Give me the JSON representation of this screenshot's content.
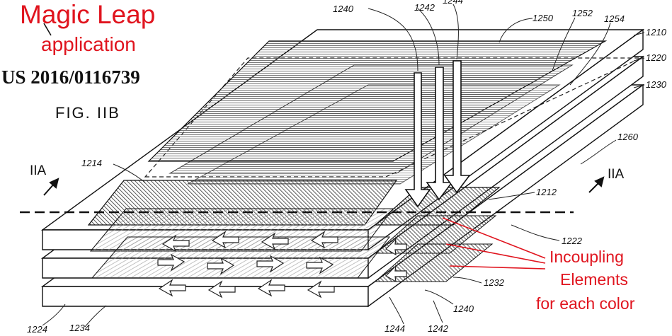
{
  "annotation": {
    "title_line1": "Magic Leap",
    "title_line2": "application",
    "patent_number": "US 2016/0116739",
    "figure_label": "FIG. IIB",
    "section_left": "IIA",
    "section_right": "IIA",
    "incoupling_line1": "Incoupling",
    "incoupling_line2": "Elements",
    "incoupling_line3": "for each color",
    "accent_color": "#e0141e"
  },
  "refs": {
    "r1240_top": "1240",
    "r1242_top": "1242",
    "r1244_top": "1244",
    "r1250": "1250",
    "r1252": "1252",
    "r1254": "1254",
    "r1210": "1210",
    "r1220": "1220",
    "r1230": "1230",
    "r1260": "1260",
    "r1214": "1214",
    "r1212": "1212",
    "r1222": "1222",
    "r1232": "1232",
    "r1240_bottom": "1240",
    "r1244_bottom": "1244",
    "r1242_bottom": "1242",
    "r1224": "1224",
    "r1234": "1234"
  }
}
